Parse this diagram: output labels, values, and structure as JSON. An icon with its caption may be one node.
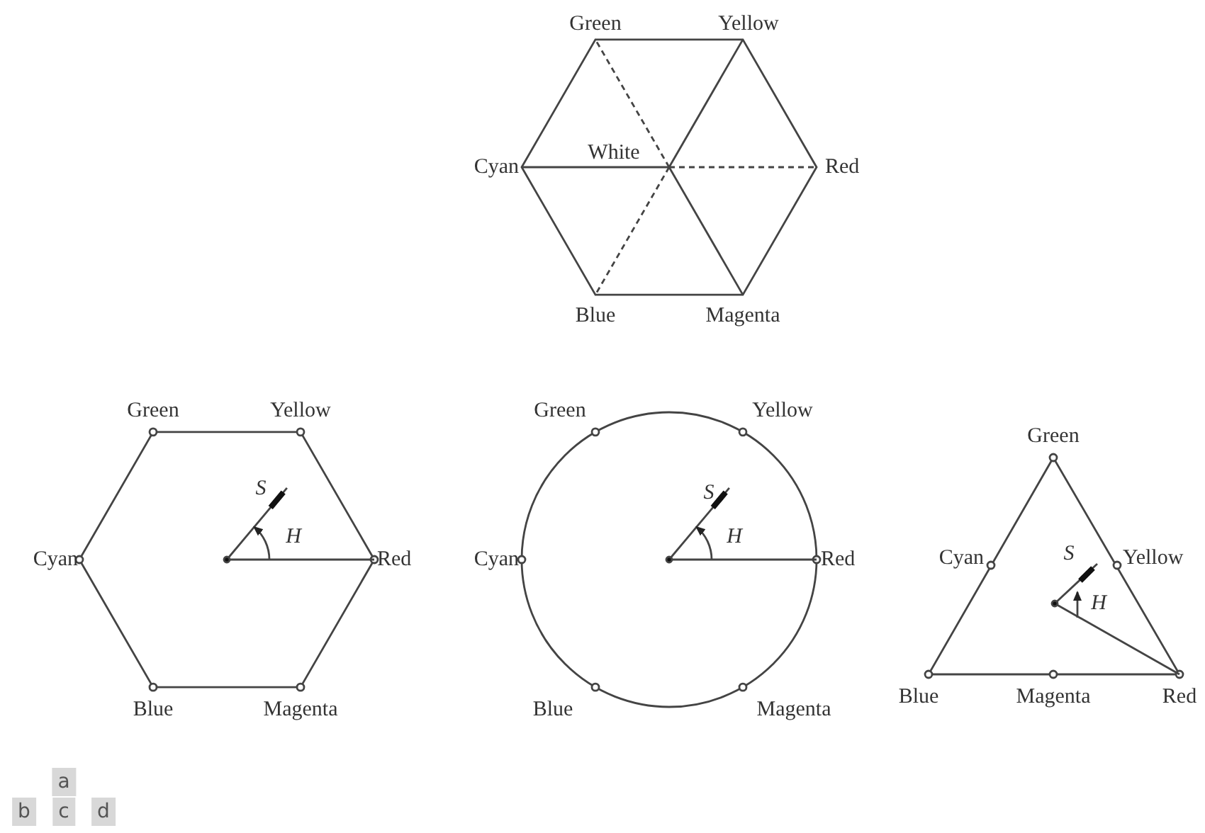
{
  "diagram": {
    "labels": [
      "Green",
      "Yellow",
      "White",
      "Cyan",
      "Red",
      "Blue",
      "Magenta",
      "Green",
      "Yellow",
      "S",
      "H",
      "Cyan",
      "Red",
      "Blue",
      "Magenta",
      "Green",
      "Yellow",
      "S",
      "H",
      "Cyan",
      "Red",
      "Blue",
      "Magenta",
      "Green",
      "Cyan",
      "S",
      "Yellow",
      "H",
      "Blue",
      "Magenta",
      "Red",
      "a",
      "b",
      "c",
      "d"
    ]
  }
}
